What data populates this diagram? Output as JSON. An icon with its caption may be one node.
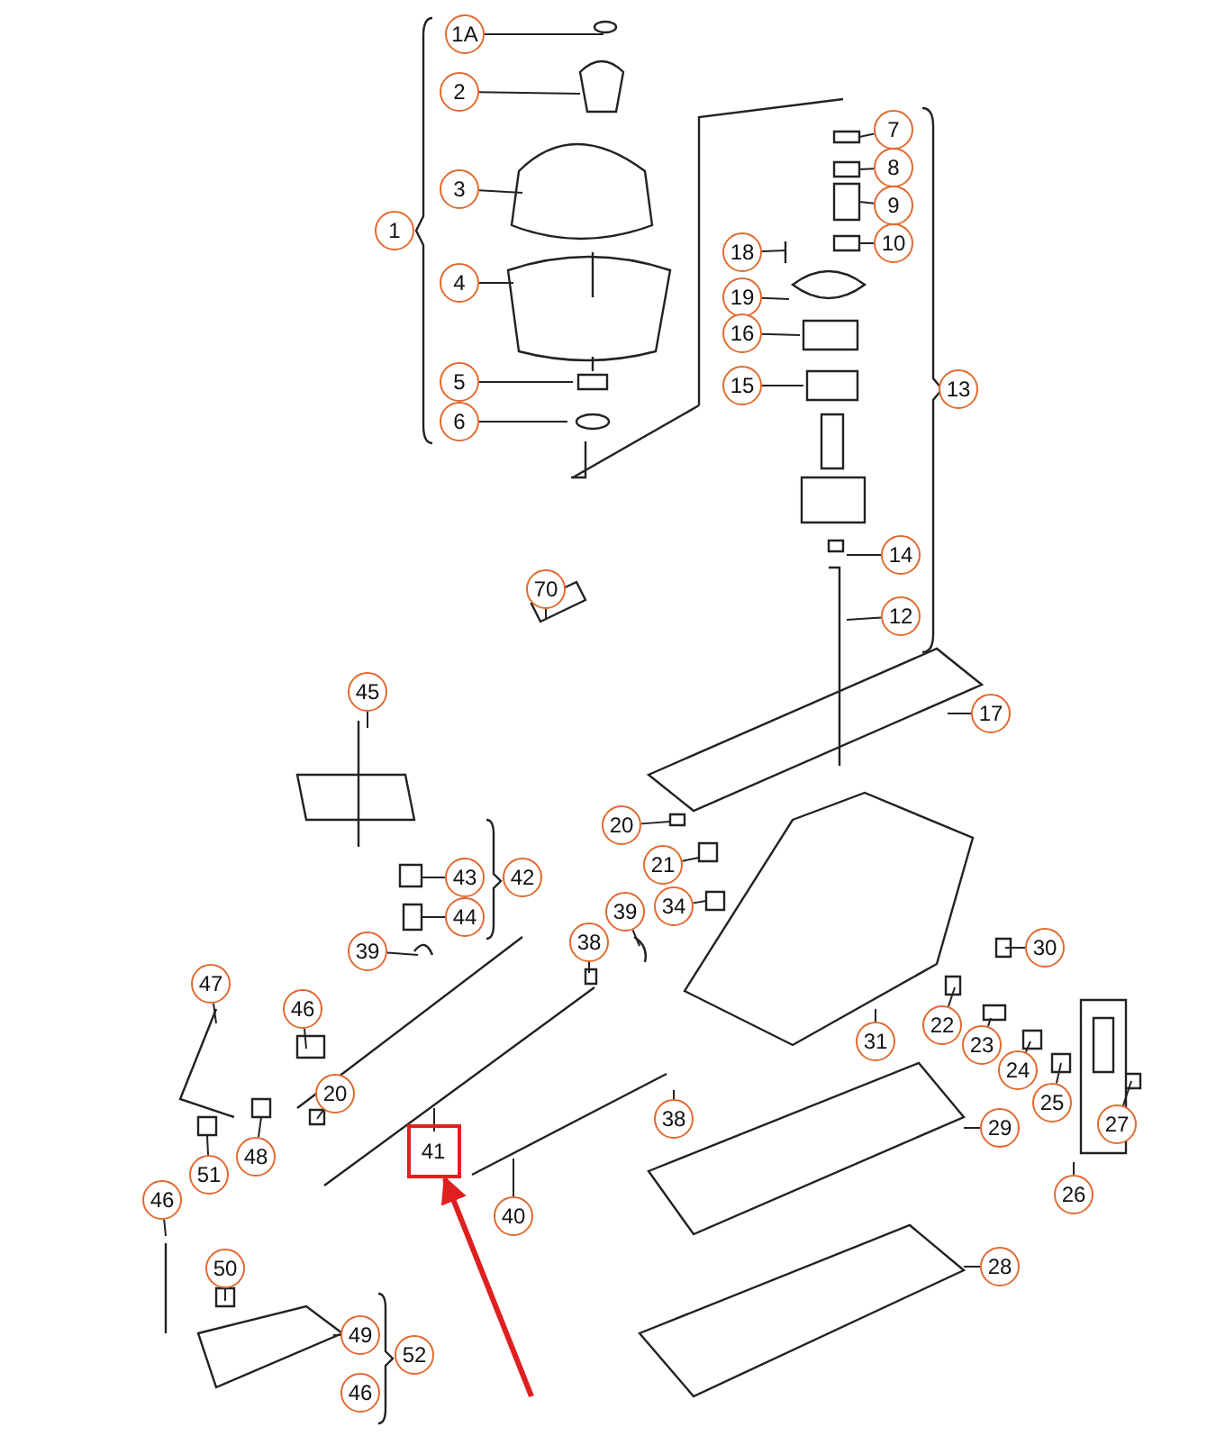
{
  "diagram": {
    "nodes": [
      {
        "text": [
          "1A"
        ]
      },
      {
        "text": [
          "2"
        ]
      },
      {
        "text": [
          "1"
        ]
      },
      {
        "text": [
          "3"
        ]
      },
      {
        "text": [
          "4"
        ]
      },
      {
        "text": [
          "5"
        ]
      },
      {
        "text": [
          "6"
        ]
      },
      {
        "text": [
          "7"
        ]
      },
      {
        "text": [
          "8"
        ]
      },
      {
        "text": [
          "9"
        ]
      },
      {
        "text": [
          "10"
        ]
      },
      {
        "text": [
          "18"
        ]
      },
      {
        "text": [
          "19"
        ]
      },
      {
        "text": [
          "16"
        ]
      },
      {
        "text": [
          "15"
        ]
      },
      {
        "text": [
          "13"
        ]
      },
      {
        "text": [
          "14"
        ]
      },
      {
        "text": [
          "12"
        ]
      },
      {
        "text": [
          "70"
        ]
      },
      {
        "text": [
          "45"
        ]
      },
      {
        "text": [
          "17"
        ]
      },
      {
        "text": [
          "20"
        ]
      },
      {
        "text": [
          "21"
        ]
      },
      {
        "text": [
          "43"
        ]
      },
      {
        "text": [
          "42"
        ]
      },
      {
        "text": [
          "34"
        ]
      },
      {
        "text": [
          "44"
        ]
      },
      {
        "text": [
          "39"
        ]
      },
      {
        "text": [
          "39"
        ]
      },
      {
        "text": [
          "38"
        ]
      },
      {
        "text": [
          "30"
        ]
      },
      {
        "text": [
          "47"
        ]
      },
      {
        "text": [
          "46"
        ]
      },
      {
        "text": [
          "22"
        ]
      },
      {
        "text": [
          "31"
        ]
      },
      {
        "text": [
          "23"
        ]
      },
      {
        "text": [
          "24"
        ]
      },
      {
        "text": [
          "20"
        ]
      },
      {
        "text": [
          "25"
        ]
      },
      {
        "text": [
          "38"
        ]
      },
      {
        "text": [
          "27"
        ]
      },
      {
        "text": [
          "29"
        ]
      },
      {
        "text": [],
        "shape": "box"
      },
      {
        "text": [
          "41"
        ],
        "in": 42
      },
      {
        "text": [
          "48"
        ]
      },
      {
        "text": [
          "51"
        ]
      },
      {
        "text": [
          "46"
        ]
      },
      {
        "text": [
          "26"
        ]
      },
      {
        "text": [
          "40"
        ]
      },
      {
        "text": [
          "28"
        ]
      },
      {
        "text": [
          "50"
        ]
      },
      {
        "text": [
          "49"
        ]
      },
      {
        "text": [
          "52"
        ]
      },
      {
        "text": [
          "46"
        ]
      }
    ],
    "edges": [
      {
        "from": 0,
        "to": null,
        "arrow": "none"
      },
      {
        "from": 1,
        "to": null,
        "arrow": "none"
      },
      {
        "from": 3,
        "to": null,
        "arrow": "none"
      },
      {
        "from": 4,
        "to": null,
        "arrow": "none"
      },
      {
        "from": 5,
        "to": null,
        "arrow": "none"
      },
      {
        "from": 6,
        "to": null,
        "arrow": "none"
      },
      {
        "from": 7,
        "to": null,
        "arrow": "none"
      },
      {
        "from": 8,
        "to": null,
        "arrow": "none"
      },
      {
        "from": 9,
        "to": null,
        "arrow": "none"
      },
      {
        "from": 10,
        "to": null,
        "arrow": "none"
      },
      {
        "from": 11,
        "to": null,
        "arrow": "none"
      },
      {
        "from": 12,
        "to": null,
        "arrow": "none"
      },
      {
        "from": 13,
        "to": null,
        "arrow": "none"
      },
      {
        "from": 14,
        "to": null,
        "arrow": "none"
      },
      {
        "from": 16,
        "to": null,
        "arrow": "none"
      },
      {
        "from": 17,
        "to": null,
        "arrow": "none"
      },
      {
        "from": 18,
        "to": null,
        "arrow": "none"
      },
      {
        "from": 19,
        "to": null,
        "arrow": "none"
      },
      {
        "from": 20,
        "to": null,
        "arrow": "none"
      },
      {
        "from": 21,
        "to": null,
        "arrow": "none"
      },
      {
        "from": 22,
        "to": null,
        "arrow": "none"
      },
      {
        "from": 23,
        "to": null,
        "arrow": "none"
      },
      {
        "from": 25,
        "to": null,
        "arrow": "none"
      },
      {
        "from": 26,
        "to": null,
        "arrow": "none"
      },
      {
        "from": 27,
        "to": null,
        "arrow": "none"
      },
      {
        "from": 28,
        "to": null,
        "arrow": "none"
      },
      {
        "from": 29,
        "to": null,
        "arrow": "none"
      },
      {
        "from": 30,
        "to": null,
        "arrow": "none"
      },
      {
        "from": 31,
        "to": null,
        "arrow": "none"
      },
      {
        "from": 32,
        "to": null,
        "arrow": "none"
      },
      {
        "from": 33,
        "to": null,
        "arrow": "none"
      },
      {
        "from": 34,
        "to": null,
        "arrow": "none"
      },
      {
        "from": 35,
        "to": null,
        "arrow": "none"
      },
      {
        "from": 36,
        "to": null,
        "arrow": "none"
      },
      {
        "from": 37,
        "to": null,
        "arrow": "none"
      },
      {
        "from": 38,
        "to": null,
        "arrow": "none"
      },
      {
        "from": 39,
        "to": null,
        "arrow": "none"
      },
      {
        "from": 40,
        "to": null,
        "arrow": "none"
      },
      {
        "from": 41,
        "to": null,
        "arrow": "none"
      },
      {
        "from": 43,
        "to": null,
        "arrow": "none"
      },
      {
        "from": 44,
        "to": null,
        "arrow": "none"
      },
      {
        "from": 45,
        "to": null,
        "arrow": "none"
      },
      {
        "from": 46,
        "to": null,
        "arrow": "none"
      },
      {
        "from": 47,
        "to": null,
        "arrow": "none"
      },
      {
        "from": 48,
        "to": null,
        "arrow": "none"
      },
      {
        "from": 49,
        "to": null,
        "arrow": "none"
      },
      {
        "from": 50,
        "to": null,
        "arrow": "none"
      },
      {
        "from": 51,
        "to": null,
        "arrow": "none"
      },
      {
        "from": null,
        "to": 42,
        "arrow": "to",
        "style": "thick",
        "color": "#e02020"
      }
    ]
  }
}
